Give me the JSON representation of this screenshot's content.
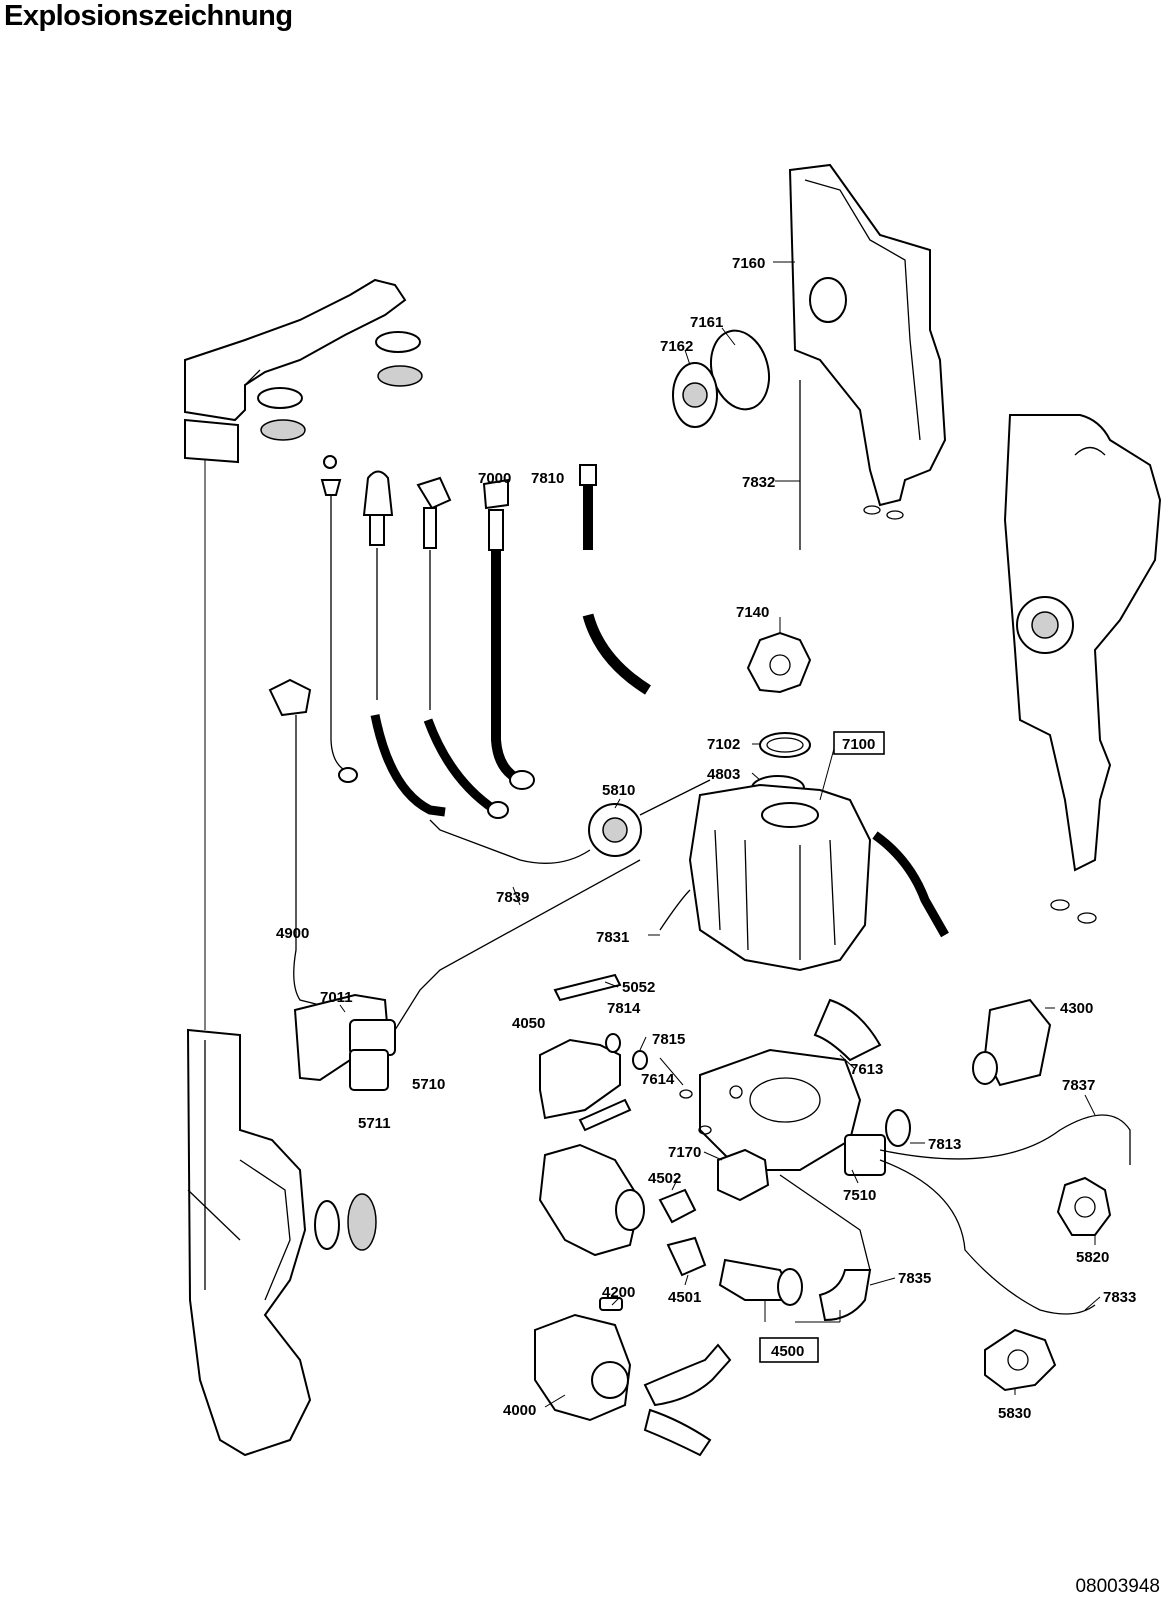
{
  "title": "Explosionszeichnung",
  "doc_number": "08003948",
  "part_numbers": {
    "p7160": "7160",
    "p7161": "7161",
    "p7162": "7162",
    "p7832": "7832",
    "p7000": "7000",
    "p7810": "7810",
    "p7140": "7140",
    "p7102": "7102",
    "p7100": "7100",
    "p4803": "4803",
    "p5810": "5810",
    "p7839": "7839",
    "p7831": "7831",
    "p4900": "4900",
    "p7011": "7011",
    "p5710": "5710",
    "p5711": "5711",
    "p5052": "5052",
    "p7814": "7814",
    "p4050": "4050",
    "p7815": "7815",
    "p7614": "7614",
    "p7613": "7613",
    "p4300": "4300",
    "p7837": "7837",
    "p7813": "7813",
    "p7170": "7170",
    "p4502": "4502",
    "p7510": "7510",
    "p5820": "5820",
    "p4501": "4501",
    "p7835": "7835",
    "p4500": "4500",
    "p4200": "4200",
    "p7833": "7833",
    "p4000": "4000",
    "p5830": "5830"
  }
}
